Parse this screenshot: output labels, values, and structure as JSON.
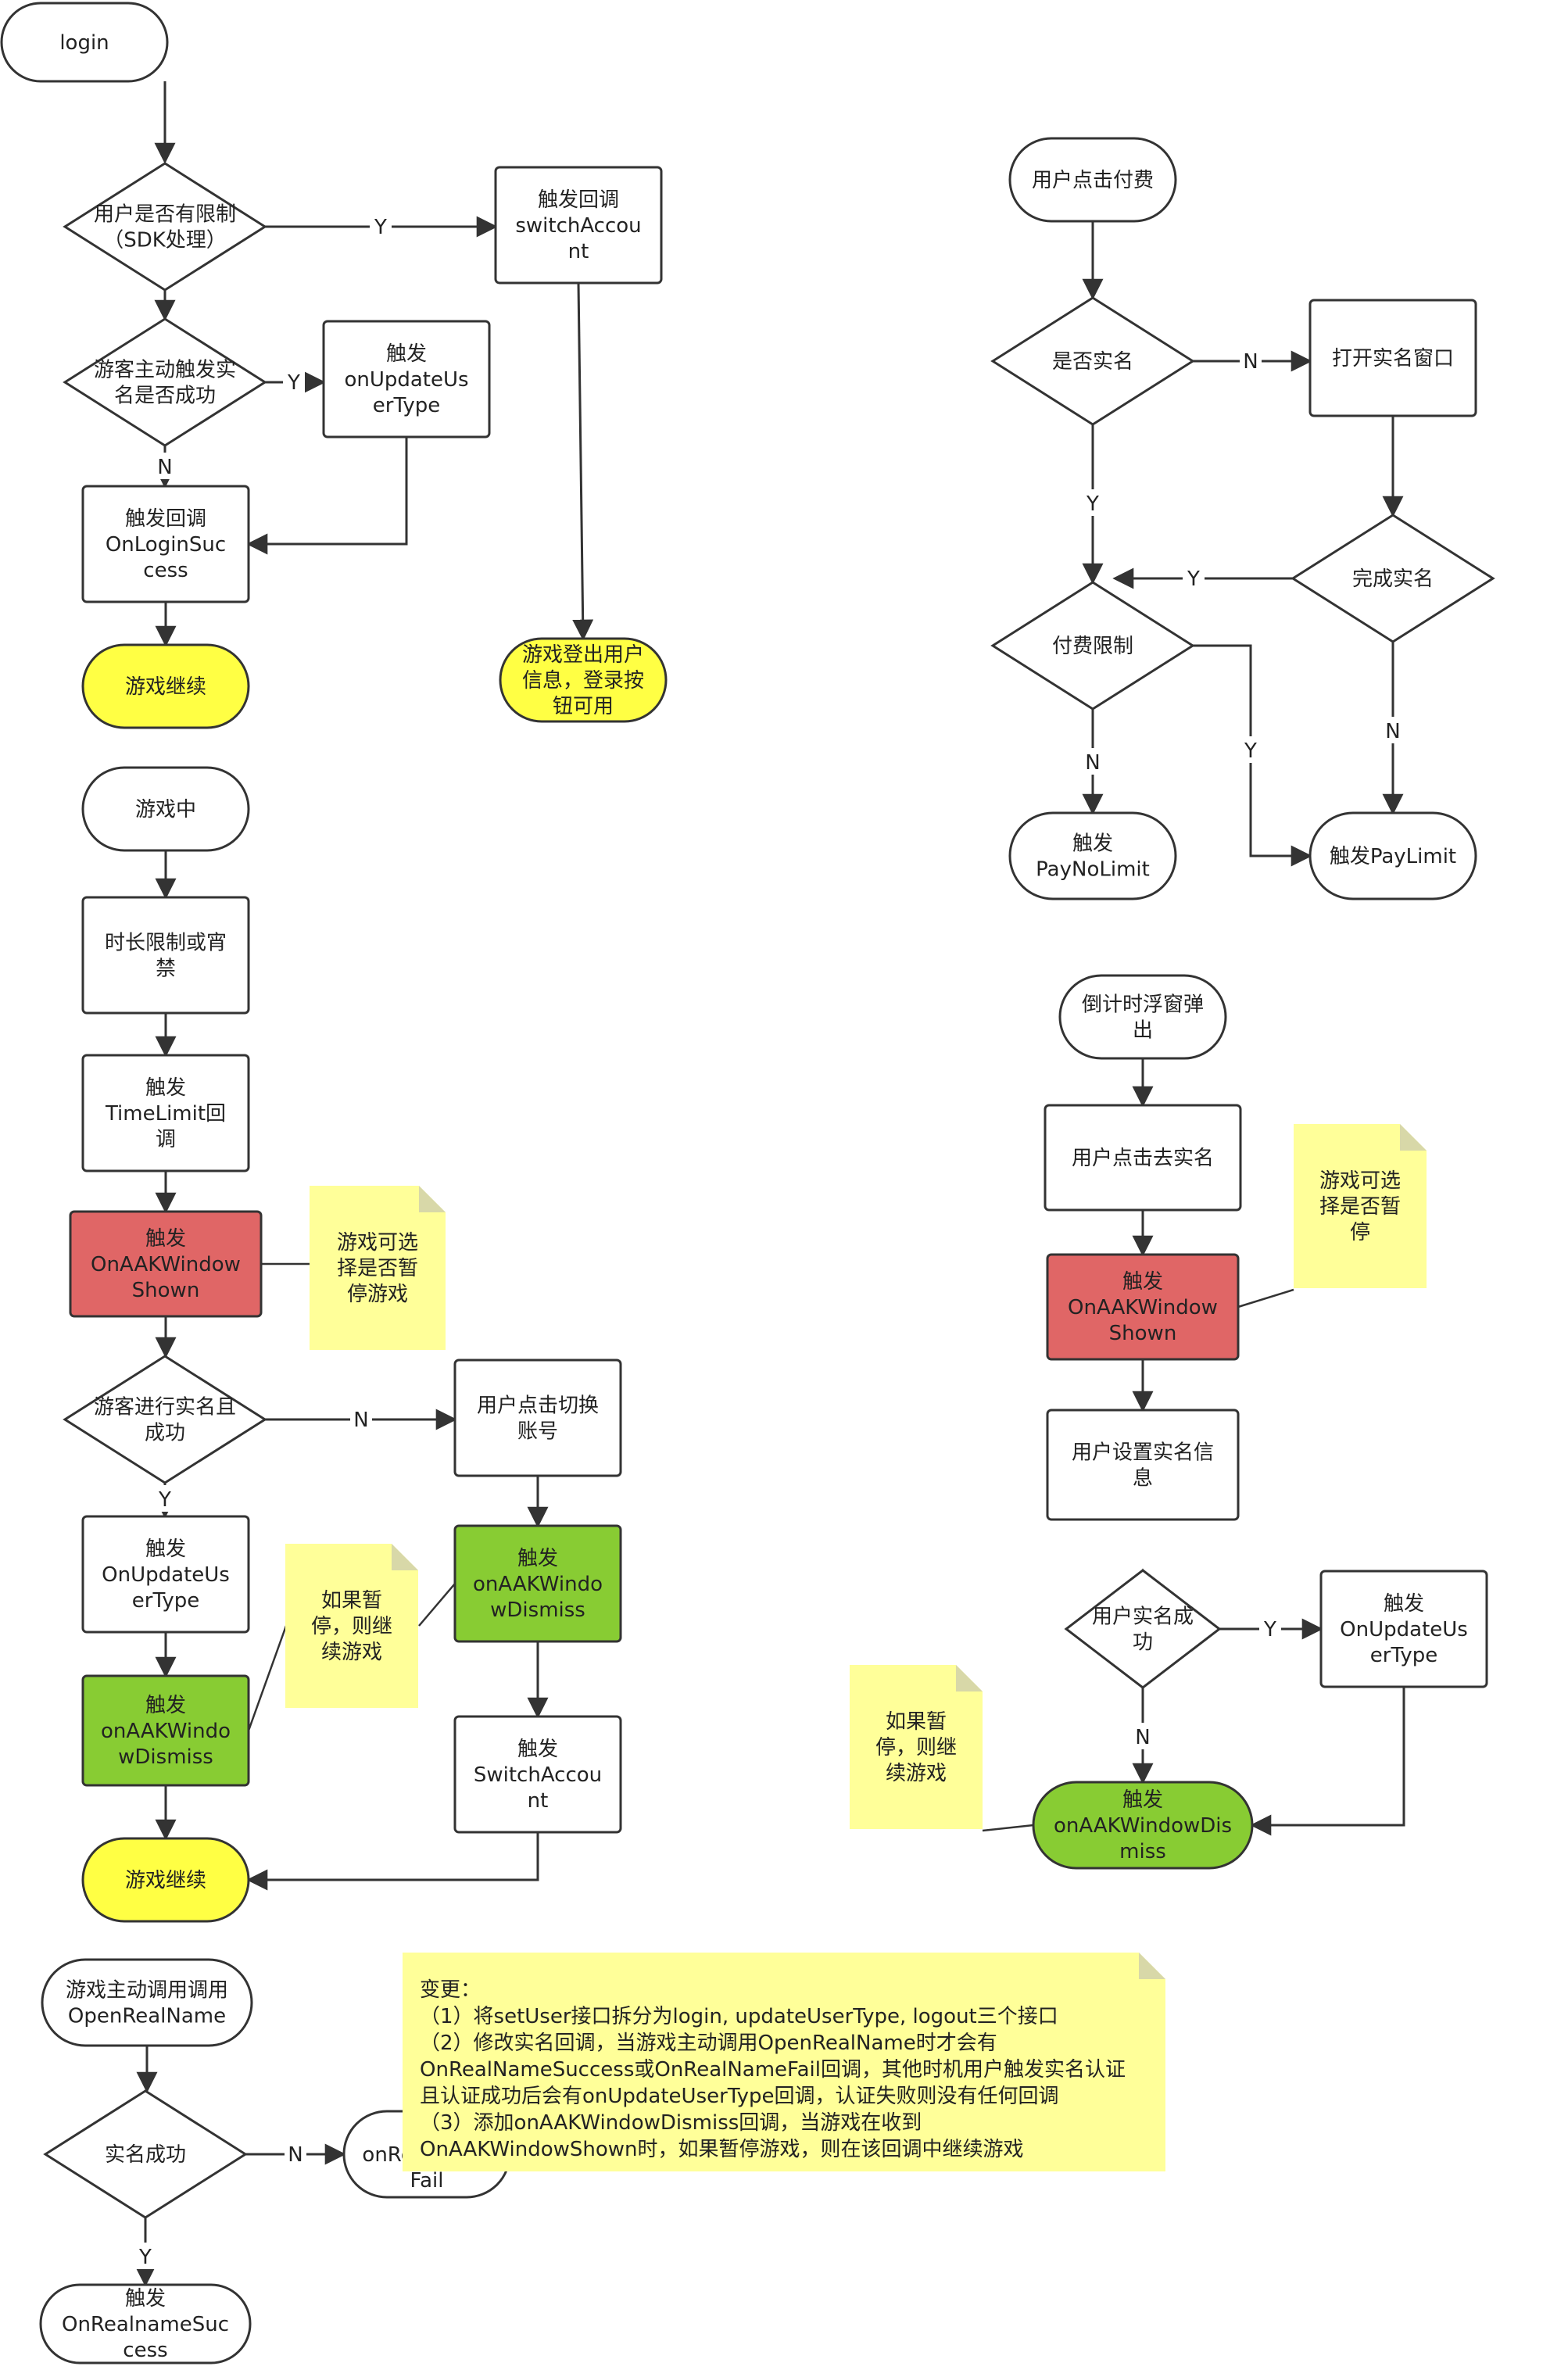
{
  "colors": {
    "stroke": "#333333",
    "fill_default": "#ffffff",
    "fill_yellow": "#ffff44",
    "fill_red": "#e06666",
    "fill_green": "#88cc33",
    "note": "#ffff99",
    "note_fold": "#d8d8a8"
  },
  "nodes": {
    "login": [
      "login"
    ],
    "user_restricted": [
      "用户是否有限制",
      "（SDK处理）"
    ],
    "trigger_switch_account": [
      "触发回调",
      "switchAccou",
      "nt"
    ],
    "guest_realname_ok": [
      "游客主动触发实",
      "名是否成功"
    ],
    "trigger_update_usertype_1": [
      "触发",
      "onUpdateUs",
      "erType"
    ],
    "trigger_login_success": [
      "触发回调",
      "OnLoginSuc",
      "cess"
    ],
    "game_continue_1": [
      "游戏继续"
    ],
    "game_logout": [
      "游戏登出用户",
      "信息，登录按",
      "钮可用"
    ],
    "in_game": [
      "游戏中"
    ],
    "time_limit": [
      "时长限制或宵",
      "禁"
    ],
    "trigger_timelimit": [
      "触发",
      "TimeLimit回",
      "调"
    ],
    "trigger_aak_shown_1": [
      "触发",
      "OnAAKWindow",
      "Shown"
    ],
    "guest_realname_done": [
      "游客进行实名且",
      "成功"
    ],
    "user_switch_account": [
      "用户点击切换",
      "账号"
    ],
    "trigger_update_usertype_2": [
      "触发",
      "OnUpdateUs",
      "erType"
    ],
    "trigger_aak_dismiss_1": [
      "触发",
      "onAAKWindo",
      "wDismiss"
    ],
    "trigger_aak_dismiss_2": [
      "触发",
      "onAAKWindo",
      "wDismiss"
    ],
    "trigger_switch_account_2": [
      "触发",
      "SwitchAccou",
      "nt"
    ],
    "game_continue_2": [
      "游戏继续"
    ],
    "game_call_openrealname": [
      "游戏主动调用调用",
      "OpenRealName"
    ],
    "realname_success": [
      "实名成功"
    ],
    "trigger_realname_fail": [
      "触发",
      "onRealName",
      "Fail"
    ],
    "trigger_realname_success": [
      "触发",
      "OnRealnameSuc",
      "cess"
    ],
    "user_click_pay": [
      "用户点击付费"
    ],
    "is_realname": [
      "是否实名"
    ],
    "open_realname_window": [
      "打开实名窗口"
    ],
    "realname_complete": [
      "完成实名"
    ],
    "pay_limit": [
      "付费限制"
    ],
    "trigger_paynolimit": [
      "触发",
      "PayNoLimit"
    ],
    "trigger_paylimit": [
      "触发PayLimit"
    ],
    "countdown_popup": [
      "倒计时浮窗弹",
      "出"
    ],
    "user_click_realname": [
      "用户点击去实名"
    ],
    "trigger_aak_shown_2": [
      "触发",
      "OnAAKWindow",
      "Shown"
    ],
    "user_set_realname": [
      "用户设置实名信",
      "息"
    ],
    "user_realname_ok": [
      "用户实名成",
      "功"
    ],
    "trigger_update_usertype_3": [
      "触发",
      "OnUpdateUs",
      "erType"
    ],
    "trigger_aak_dismiss_3": [
      "触发",
      "onAAKWindowDis",
      "miss"
    ]
  },
  "notes": {
    "note_pause_1": [
      "游戏可选",
      "择是否暂",
      "停游戏"
    ],
    "note_continue_1": [
      "如果暂",
      "停，则继",
      "续游戏"
    ],
    "note_pause_2": [
      "游戏可选",
      "择是否暂",
      "停"
    ],
    "note_continue_2": [
      "如果暂",
      "停，则继",
      "续游戏"
    ],
    "note_changes": [
      "变更：",
      "（1）将setUser接口拆分为login, updateUserType, logout三个接口",
      "（2）修改实名回调，当游戏主动调用OpenRealName时才会有",
      "OnRealNameSuccess或OnRealNameFail回调，其他时机用户触发实名认证",
      "且认证成功后会有onUpdateUserType回调，认证失败则没有任何回调",
      "（3）添加onAAKWindowDismiss回调，当游戏在收到",
      "OnAAKWindowShown时，如果暂停游戏，则在该回调中继续游戏"
    ]
  },
  "edge_labels": {
    "e1": "Y",
    "e2": "Y",
    "e3": "N",
    "e4": "N",
    "e5": "Y",
    "e6": "N",
    "e7": "Y",
    "e8": "N",
    "e9": "Y",
    "e10": "Y",
    "e11": "N",
    "e12": "Y",
    "e13": "N",
    "e14": "Y",
    "e15": "N"
  }
}
